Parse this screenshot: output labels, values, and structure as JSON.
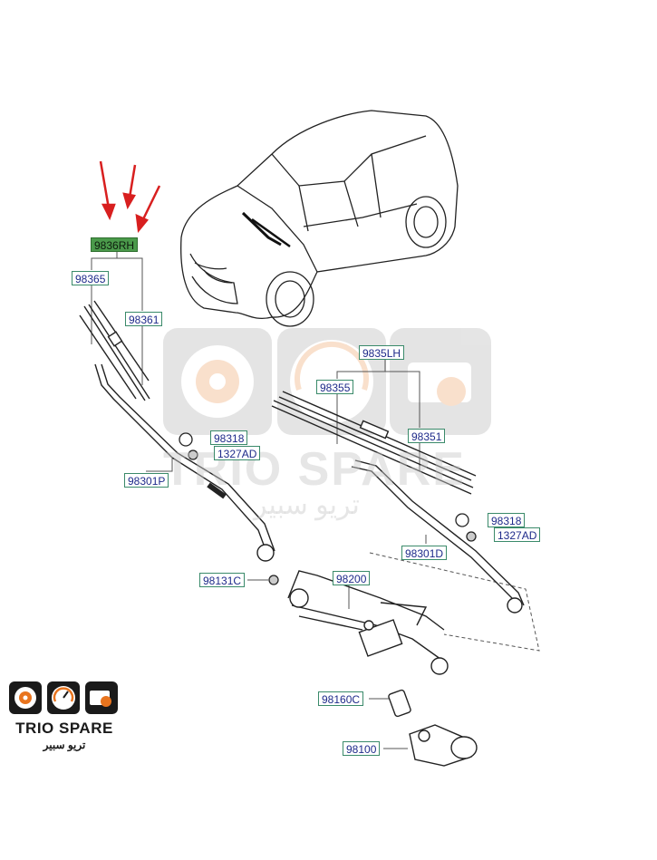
{
  "watermark": {
    "text_en": "TRIO SPARE",
    "text_ar": "تريو سبير"
  },
  "brand": {
    "name_en": "TRIO SPARE",
    "name_ar": "تريو سبير",
    "accent_color": "#e8741e",
    "dark_color": "#1a1a1a"
  },
  "highlight_color": "#4b9a4b",
  "arrow_color": "#d81f1f",
  "part_labels": {
    "p9836rh": "9836RH",
    "p98365": "98365",
    "p98361": "98361",
    "p9835lh": "9835LH",
    "p98355": "98355",
    "p98351": "98351",
    "p98318_left": "98318",
    "p1327ad_left": "1327AD",
    "p98301p": "98301P",
    "p98318_right": "98318",
    "p1327ad_right": "1327AD",
    "p98301d": "98301D",
    "p98131c": "98131C",
    "p98200": "98200",
    "p98160c": "98160C",
    "p98100": "98100"
  }
}
